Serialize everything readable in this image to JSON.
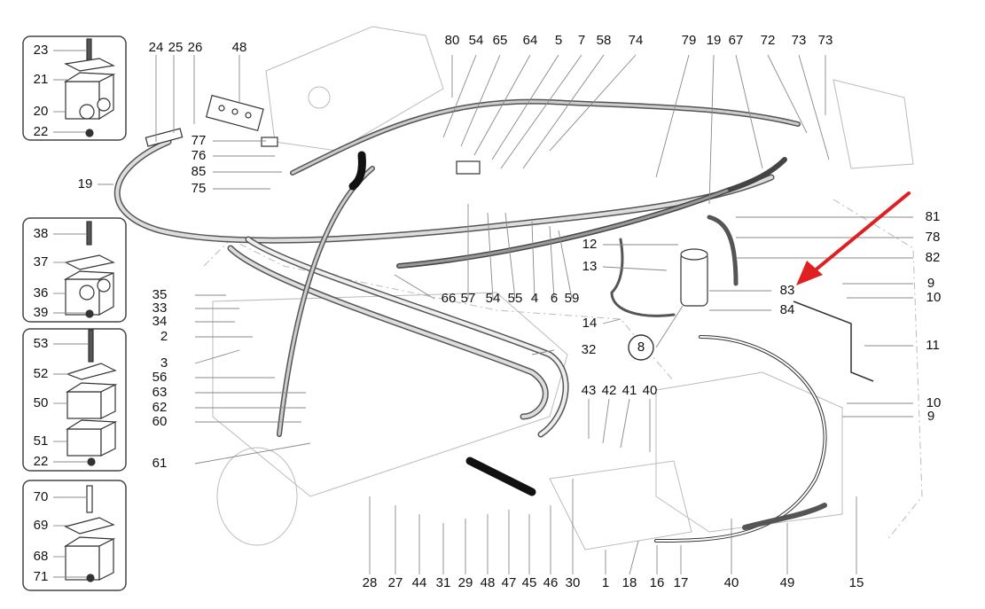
{
  "diagram": {
    "title": "Hydraulic hose and fittings exploded parts diagram",
    "highlight_arrow_color": "#e02020",
    "highlighted_part": "83",
    "insets": [
      {
        "name": "clamp-inset-1",
        "labels": [
          "23",
          "21",
          "20",
          "22"
        ]
      },
      {
        "name": "clamp-inset-2",
        "labels": [
          "38",
          "37",
          "36",
          "39"
        ]
      },
      {
        "name": "clamp-inset-3",
        "labels": [
          "53",
          "52",
          "50",
          "51",
          "22"
        ]
      },
      {
        "name": "clamp-inset-4",
        "labels": [
          "70",
          "69",
          "68",
          "71"
        ]
      }
    ],
    "top_labels_left": [
      "24",
      "25",
      "26",
      "48"
    ],
    "top_labels_center": [
      "80",
      "54",
      "65",
      "64",
      "5",
      "7",
      "58",
      "74",
      "79",
      "19",
      "67",
      "72",
      "73",
      "73"
    ],
    "left_side_labels": [
      "19",
      "77",
      "76",
      "85",
      "75",
      "35",
      "33",
      "34",
      "2",
      "3",
      "56",
      "63",
      "62",
      "60",
      "61"
    ],
    "middle_labels": [
      "66",
      "57",
      "54",
      "55",
      "4",
      "6",
      "59",
      "32",
      "12",
      "13",
      "14",
      "8"
    ],
    "right_labels": [
      "81",
      "78",
      "82",
      "83",
      "84",
      "9",
      "10",
      "11",
      "10",
      "9"
    ],
    "engine_labels": [
      "43",
      "42",
      "41",
      "40"
    ],
    "bottom_labels": [
      "28",
      "27",
      "44",
      "31",
      "29",
      "48",
      "47",
      "45",
      "46",
      "30",
      "1",
      "18",
      "16",
      "17",
      "40",
      "49",
      "15"
    ]
  }
}
